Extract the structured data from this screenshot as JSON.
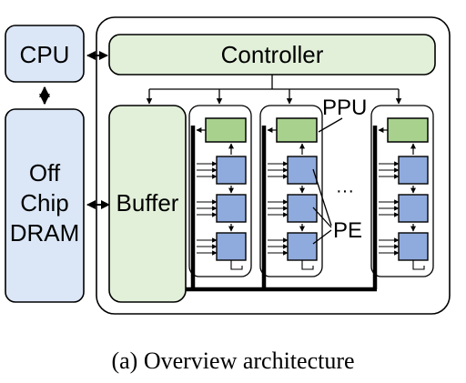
{
  "labels": {
    "cpu": "CPU",
    "dram_line1": "Off",
    "dram_line2": "Chip",
    "dram_line3": "DRAM",
    "controller": "Controller",
    "buffer": "Buffer",
    "ppu": "PPU",
    "pe": "PE",
    "ellipsis": "···"
  },
  "caption": "(a) Overview architecture",
  "colors": {
    "blue_box": "#dbe7f7",
    "green_box": "#e2f0d9",
    "ppu_fill": "#a9d18e",
    "pe_fill": "#8faadc",
    "stroke": "#000000"
  }
}
